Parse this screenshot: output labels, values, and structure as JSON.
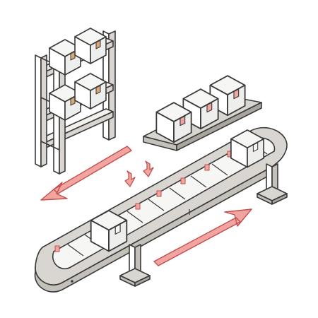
{
  "scene": {
    "subject": "isometric-warehouse-conveyor-illustration",
    "colors": {
      "background": "#ffffff",
      "line": "#3a3a3a",
      "box_face_top": "#f6f6f4",
      "box_face_left": "#ffffff",
      "box_face_right": "#eeeeec",
      "metal_light": "#d9d6d1",
      "metal_mid": "#c4c1bb",
      "metal_dark": "#a9a59f",
      "accent": "#f2a5a0",
      "accent_stroke": "#c0504d",
      "tape": "#d9a878"
    },
    "elements": {
      "shelf": {
        "boxes_on_top_shelf": 2,
        "boxes_on_middle_shelf": 2
      },
      "pallet": {
        "boxes": 3
      },
      "conveyor": {
        "boxes": 2,
        "belt_slats": 10
      },
      "arrows": [
        "left-arrow",
        "right-arrow",
        "down-arrow-pair"
      ]
    }
  }
}
